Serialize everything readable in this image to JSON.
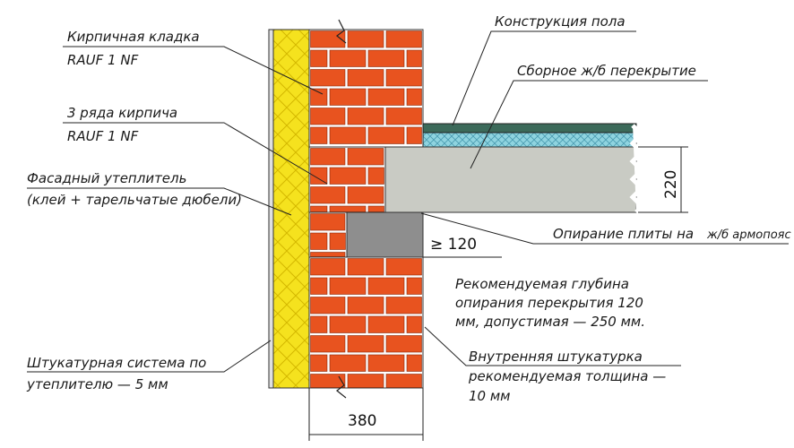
{
  "labels": {
    "brick": [
      "Кирпичная кладка",
      "RAUF 1 NF"
    ],
    "three_rows": [
      "3 ряда кирпича",
      "RAUF 1 NF"
    ],
    "facade_insulation": [
      "Фасадный утеплитель",
      "(клей + тарельчатые дюбели)"
    ],
    "plaster_system": [
      "Штукатурная система по",
      "утеплителю — 5 мм"
    ],
    "floor_construction": "Конструкция пола",
    "precast_slab": "Сборное ж/б перекрытие",
    "slab_support": "Опирание плиты на",
    "slab_support_tail": "ж/б армопояс",
    "inner_plaster": [
      "Внутренняя штукатурка",
      "рекомендуемая толщина —",
      "10 мм"
    ],
    "recommendation": [
      "Рекомендуемая глубина",
      "опирания перекрытия 120",
      "мм, допустимая — 250 мм."
    ]
  },
  "dimensions": {
    "wall_width": "380",
    "slab_height": "220",
    "bearing_depth": "≥ 120"
  },
  "colors": {
    "brick": "#e8531f",
    "mortar": "#ffffff",
    "insulation": "#f5e21e",
    "concrete_belt": "#8e8e8e",
    "slab": "#c9cbc4",
    "screed": "#8fd4e0",
    "floor_top": "#3c6a5a"
  }
}
